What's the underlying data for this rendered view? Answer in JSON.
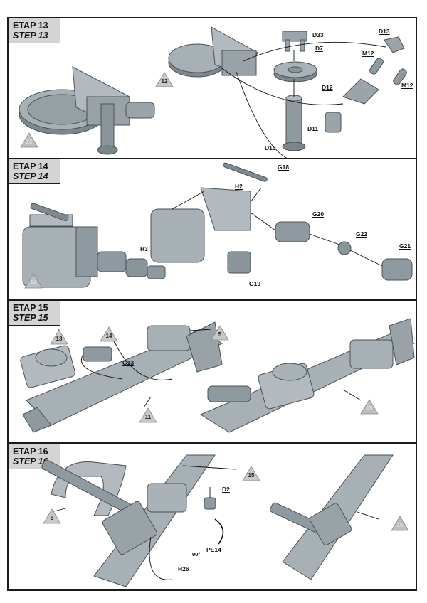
{
  "steps": [
    {
      "etap": "ETAP 13",
      "step": "STEP 13",
      "labels": [
        "D33",
        "D13",
        "D7",
        "M12",
        "M12",
        "D12",
        "D11",
        "D10"
      ],
      "markers": [
        "12",
        "13"
      ]
    },
    {
      "etap": "ETAP 14",
      "step": "STEP 14",
      "labels": [
        "G18",
        "H2",
        "G20",
        "G22",
        "G21",
        "H3",
        "G19"
      ],
      "markers": [
        "14"
      ]
    },
    {
      "etap": "ETAP 15",
      "step": "STEP 15",
      "labels": [
        "G13"
      ],
      "markers": [
        "13",
        "14",
        "5",
        "11",
        "15"
      ]
    },
    {
      "etap": "ETAP 16",
      "step": "STEP 16",
      "labels": [
        "D2",
        "PE14",
        "H26"
      ],
      "markers": [
        "15",
        "8",
        "16"
      ],
      "angle": "90°"
    }
  ]
}
